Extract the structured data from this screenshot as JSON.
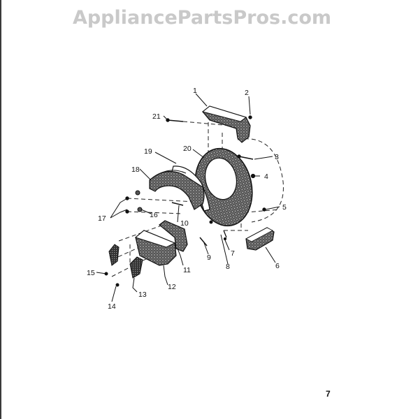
{
  "watermark": "AppliancePartsPros.com",
  "page_number": "7",
  "callouts": [
    "1",
    "2",
    "21",
    "3",
    "19",
    "20",
    "4",
    "18",
    "5",
    "17",
    "16",
    "10",
    "7",
    "9",
    "8",
    "6",
    "11",
    "15",
    "12",
    "13",
    "14"
  ]
}
